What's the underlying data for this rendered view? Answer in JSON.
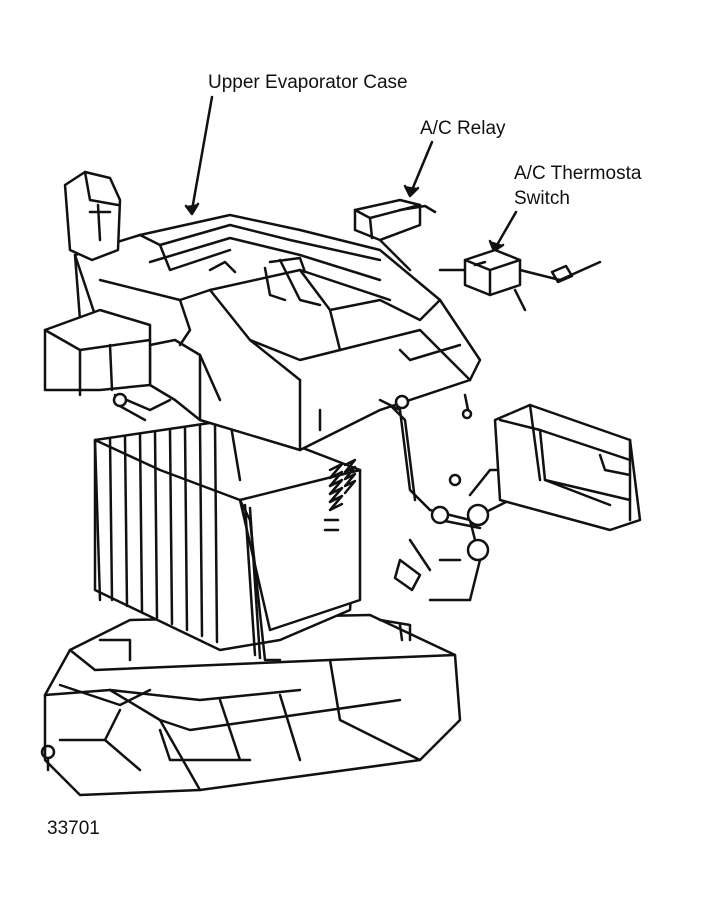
{
  "labels": {
    "upper_case": "Upper Evaporator Case",
    "relay": "A/C Relay",
    "thermostat_line1": "A/C Thermosta",
    "thermostat_line2": "Switch"
  },
  "figure_number": "33701",
  "colors": {
    "ink": "#111111",
    "paper": "#ffffff"
  }
}
